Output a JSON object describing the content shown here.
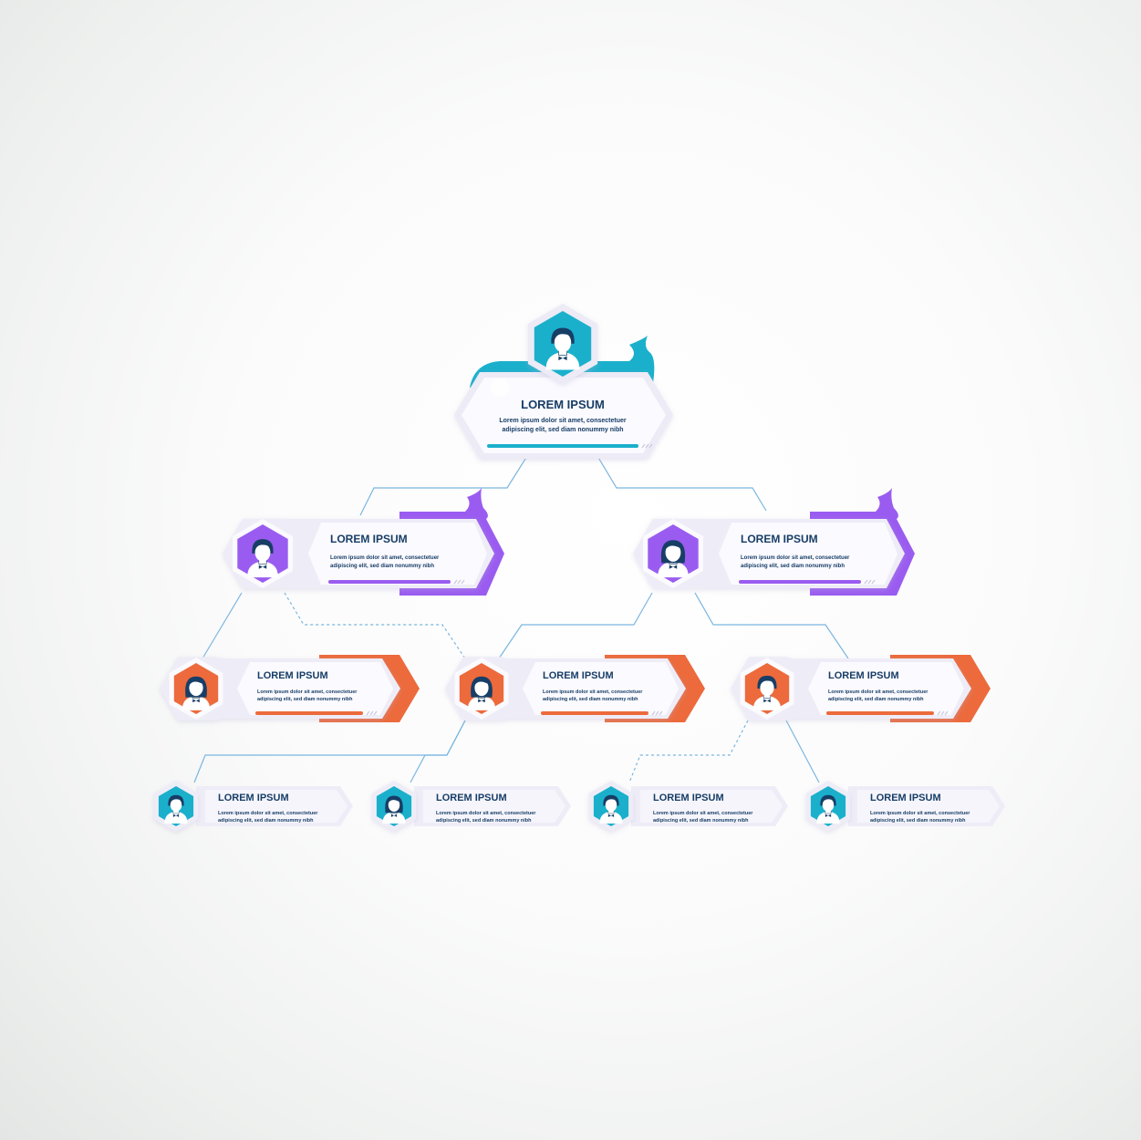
{
  "colors": {
    "teal": "#1ab0cc",
    "purple": "#9a5cf0",
    "orange": "#ec6a3c",
    "navy": "#173e66",
    "card": "#f2f0fa",
    "line": "#7ab6e0"
  },
  "nodes": [
    {
      "id": "ceo",
      "level": 0,
      "color": "teal",
      "avatar": "male",
      "title": "LOREM IPSUM",
      "line1": "Lorem ipsum dolor sit amet, consectetuer",
      "line2": "adipiscing elit, sed diam nonummy nibh"
    },
    {
      "id": "l1a",
      "level": 1,
      "color": "purple",
      "avatar": "male",
      "title": "LOREM IPSUM",
      "line1": "Lorem ipsum dolor sit amet, consectetuer",
      "line2": "adipiscing elit, sed diam nonummy nibh"
    },
    {
      "id": "l1b",
      "level": 1,
      "color": "purple",
      "avatar": "female",
      "title": "LOREM IPSUM",
      "line1": "Lorem ipsum dolor sit amet, consectetuer",
      "line2": "adipiscing elit, sed diam nonummy nibh"
    },
    {
      "id": "l2a",
      "level": 2,
      "color": "orange",
      "avatar": "female",
      "title": "LOREM IPSUM",
      "line1": "Lorem ipsum dolor sit amet, consectetuer",
      "line2": "adipiscing elit, sed diam nonummy nibh"
    },
    {
      "id": "l2b",
      "level": 2,
      "color": "orange",
      "avatar": "female",
      "title": "LOREM IPSUM",
      "line1": "Lorem ipsum dolor sit amet, consectetuer",
      "line2": "adipiscing elit, sed diam nonummy nibh"
    },
    {
      "id": "l2c",
      "level": 2,
      "color": "orange",
      "avatar": "male",
      "title": "LOREM IPSUM",
      "line1": "Lorem ipsum dolor sit amet, consectetuer",
      "line2": "adipiscing elit, sed diam nonummy nibh"
    },
    {
      "id": "l3a",
      "level": 3,
      "color": "teal",
      "avatar": "male",
      "title": "LOREM IPSUM",
      "line1": "Lorem ipsum dolor sit amet, consectetuer",
      "line2": "adipiscing elit, sed diam nonummy nibh"
    },
    {
      "id": "l3b",
      "level": 3,
      "color": "teal",
      "avatar": "female",
      "title": "LOREM IPSUM",
      "line1": "Lorem ipsum dolor sit amet, consectetuer",
      "line2": "adipiscing elit, sed diam nonummy nibh"
    },
    {
      "id": "l3c",
      "level": 3,
      "color": "teal",
      "avatar": "male",
      "title": "LOREM IPSUM",
      "line1": "Lorem ipsum dolor sit amet, consectetuer",
      "line2": "adipiscing elit, sed diam nonummy nibh"
    },
    {
      "id": "l3d",
      "level": 3,
      "color": "teal",
      "avatar": "male",
      "title": "LOREM IPSUM",
      "line1": "Lorem ipsum dolor sit amet, consectetuer",
      "line2": "adipiscing elit, sed diam nonummy nibh"
    }
  ],
  "edges": [
    {
      "from": "ceo",
      "to": "l1a",
      "style": "solid"
    },
    {
      "from": "ceo",
      "to": "l1b",
      "style": "solid"
    },
    {
      "from": "l1a",
      "to": "l2a",
      "style": "solid"
    },
    {
      "from": "l1a",
      "to": "l2b",
      "style": "dashed"
    },
    {
      "from": "l1b",
      "to": "l2b",
      "style": "solid"
    },
    {
      "from": "l1b",
      "to": "l2c",
      "style": "solid"
    },
    {
      "from": "l2b",
      "to": "l3a",
      "style": "solid"
    },
    {
      "from": "l2b",
      "to": "l3b",
      "style": "solid"
    },
    {
      "from": "l2c",
      "to": "l3c",
      "style": "dashed"
    },
    {
      "from": "l2c",
      "to": "l3d",
      "style": "solid"
    }
  ]
}
